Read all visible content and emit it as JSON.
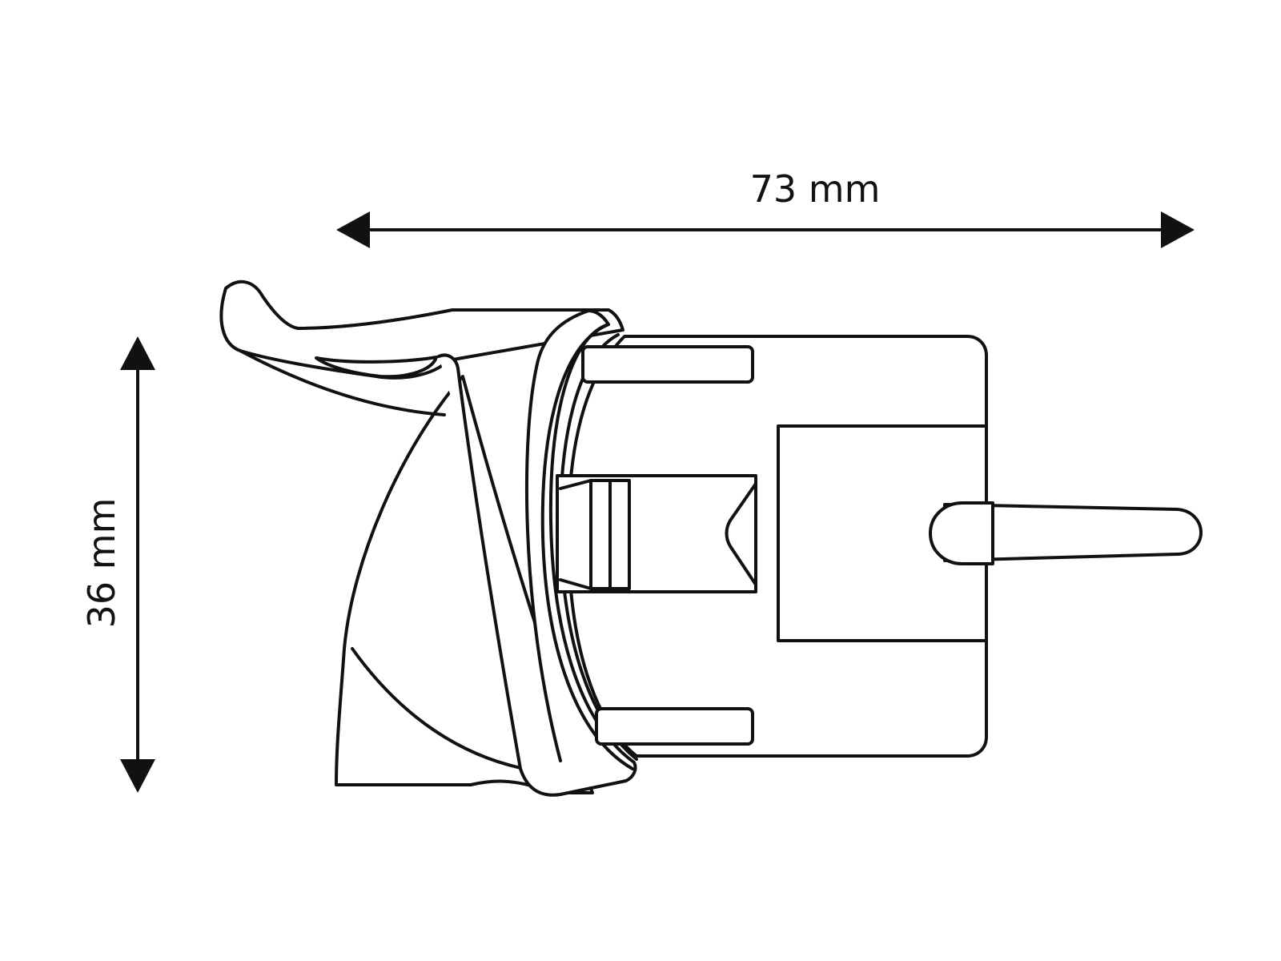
{
  "dimensions": {
    "width": {
      "label": "73 mm",
      "value": 73,
      "unit": "mm"
    },
    "height": {
      "label": "36 mm",
      "value": 36,
      "unit": "mm"
    }
  },
  "colors": {
    "line": "#111111",
    "background": "#ffffff"
  },
  "icons": {
    "plug": "schuko-angled-plug-icon",
    "arrow_head": "triangle-arrowhead-icon"
  }
}
